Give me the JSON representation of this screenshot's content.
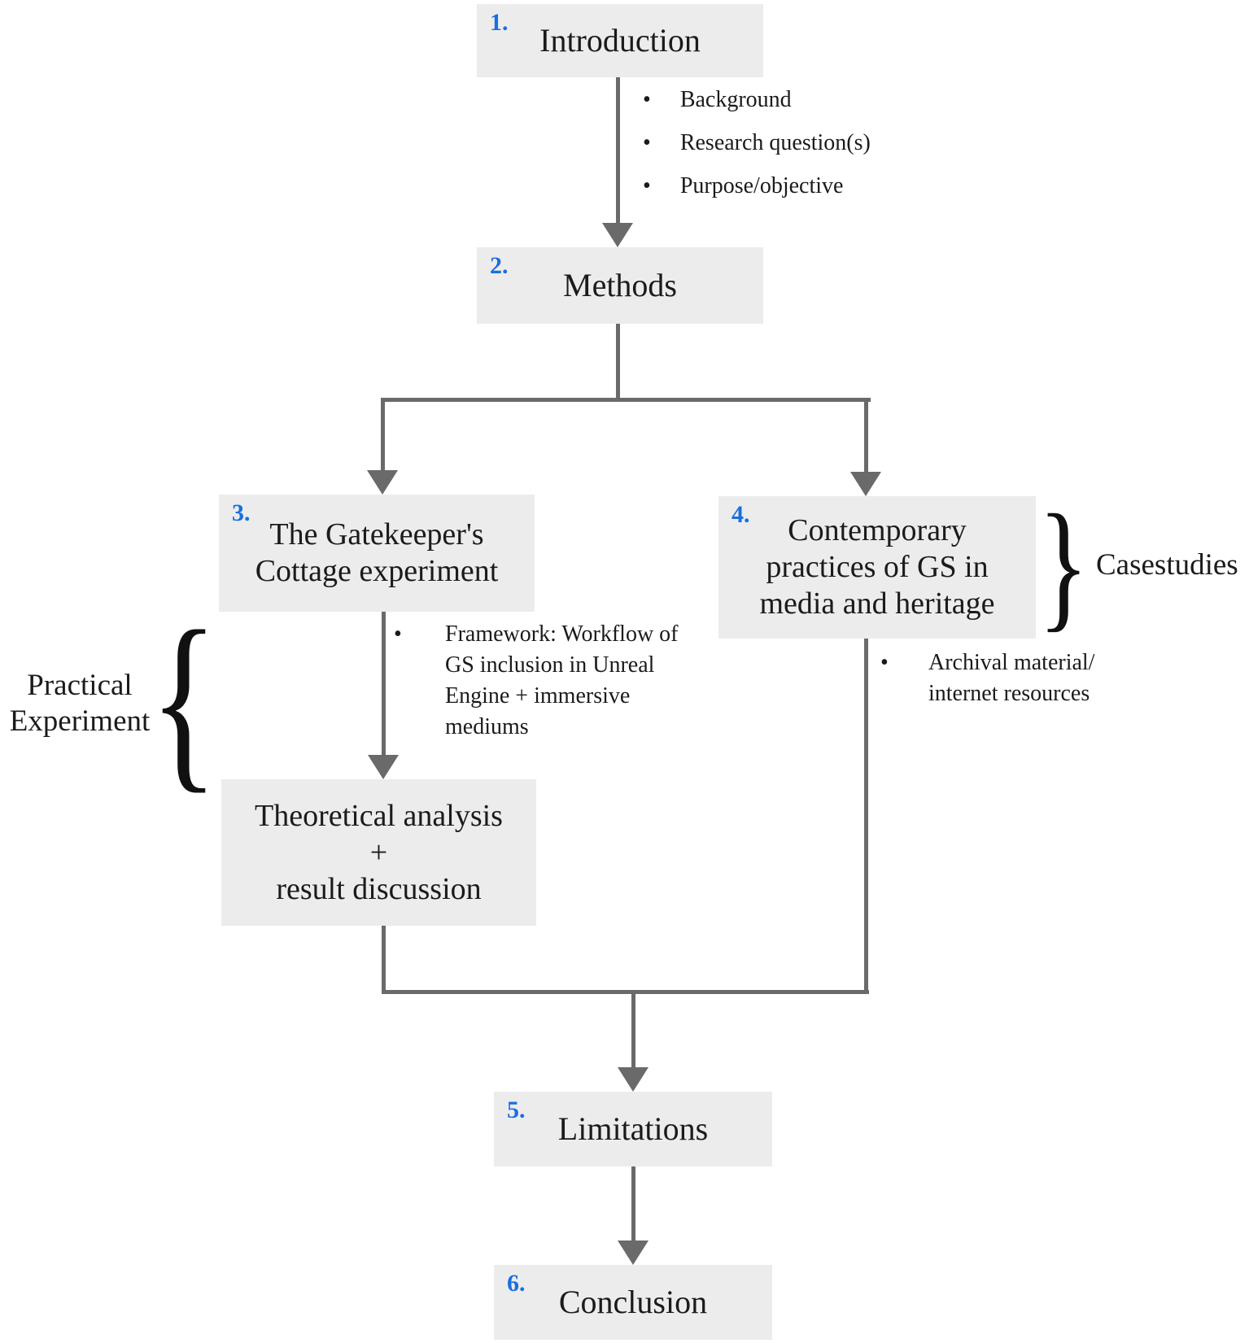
{
  "colors": {
    "accent_blue": "#1a6fe0",
    "line_gray": "#6a6a6a",
    "box_fill": "#ececec",
    "text": "#1b1b1b"
  },
  "bullet_char": "•",
  "nodes": {
    "introduction": {
      "number": "1.",
      "title": "Introduction"
    },
    "methods": {
      "number": "2.",
      "title": "Methods"
    },
    "gatekeeper": {
      "number": "3.",
      "lines": [
        "The Gatekeeper's",
        "Cottage experiment"
      ]
    },
    "contemporary": {
      "number": "4.",
      "lines": [
        "Contemporary",
        "practices of GS in",
        "media and heritage"
      ]
    },
    "theoretical": {
      "lines": [
        "Theoretical analysis",
        "+",
        "result discussion"
      ]
    },
    "limitations": {
      "number": "5.",
      "title": "Limitations"
    },
    "conclusion": {
      "number": "6.",
      "title": "Conclusion"
    }
  },
  "bullets": {
    "introduction": [
      "Background",
      "Research question(s)",
      "Purpose/objective"
    ],
    "framework": [
      "Framework: Workflow of",
      "GS inclusion in Unreal",
      "Engine + immersive",
      "mediums"
    ],
    "archival": [
      "Archival material/",
      "internet resources"
    ]
  },
  "annotations": {
    "practical_experiment": [
      "Practical",
      "Experiment"
    ],
    "casestudies": "Casestudies",
    "brace_left": "{",
    "brace_right": "}"
  }
}
